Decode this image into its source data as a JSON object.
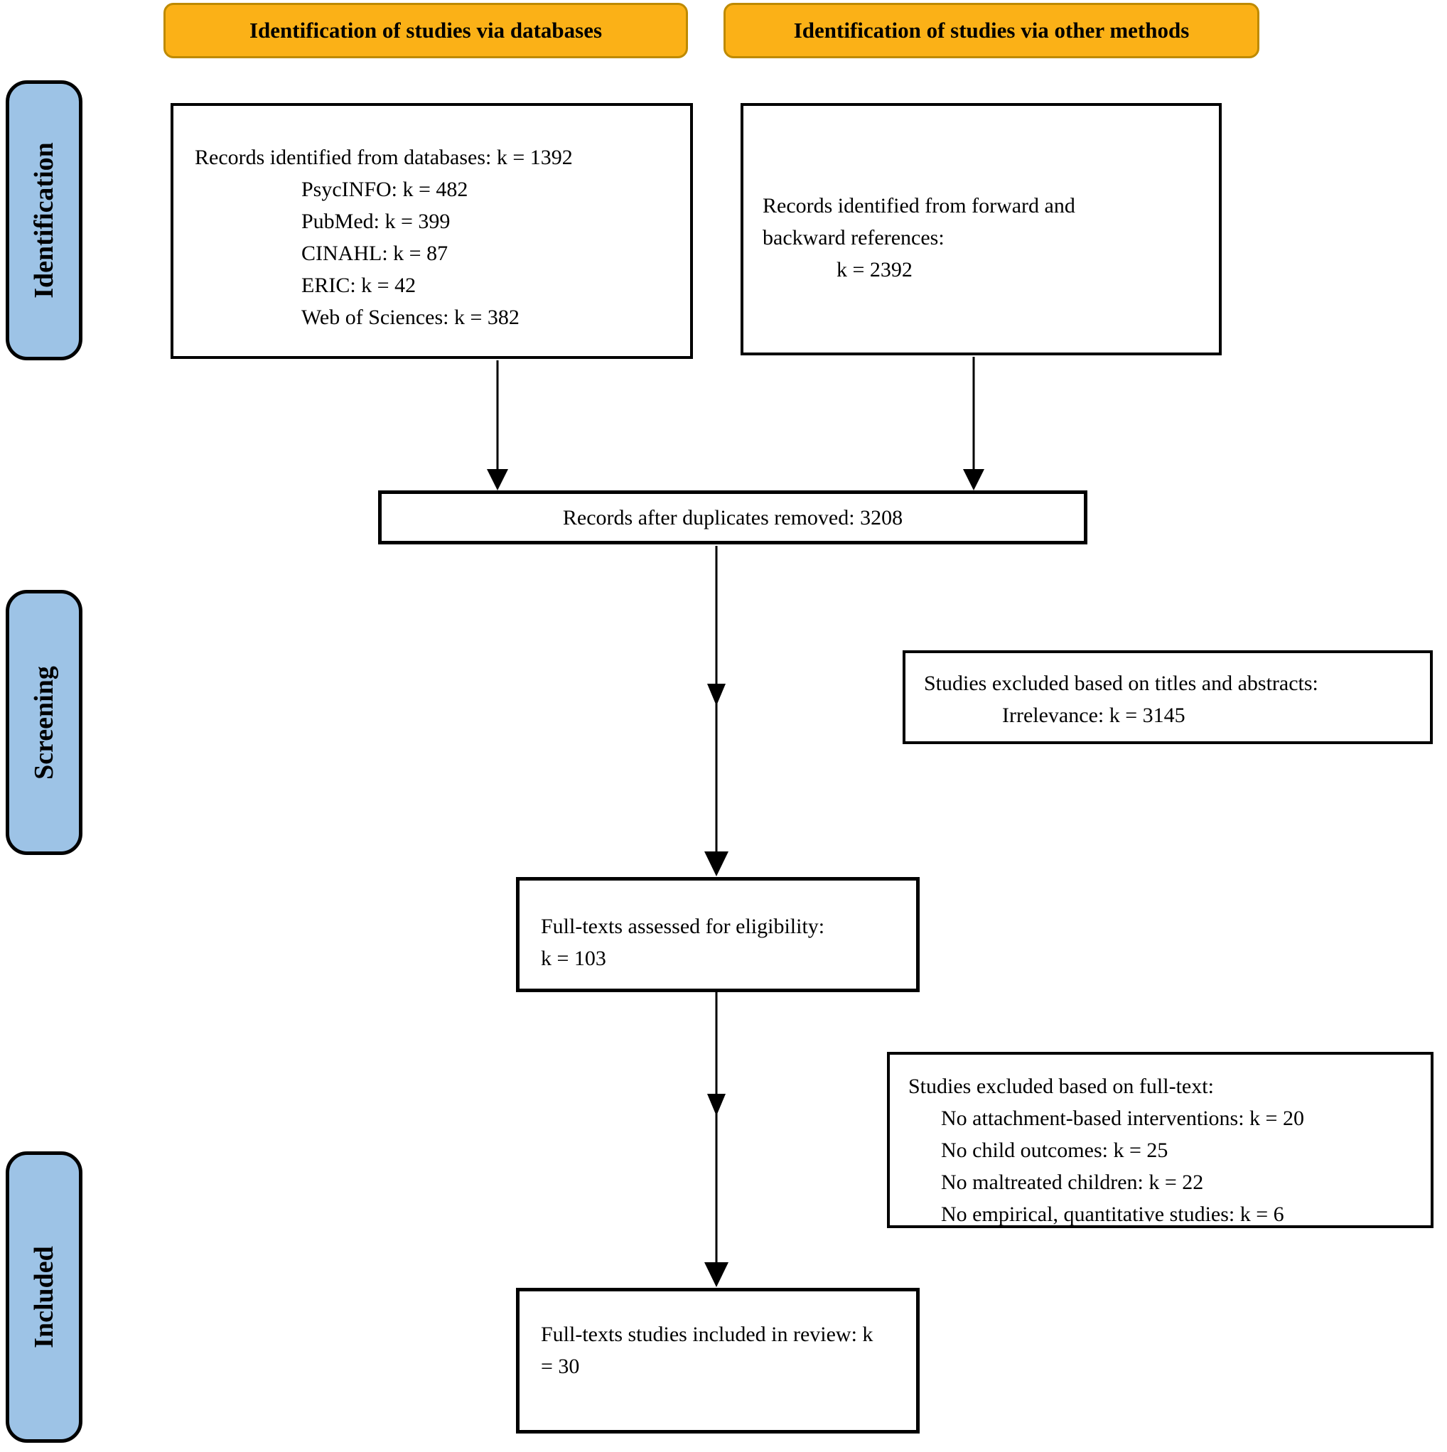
{
  "diagram_type": "prisma-flow",
  "colors": {
    "header_fill": "#FBB117",
    "header_border": "#BE8A00",
    "stage_fill": "#9DC3E6",
    "box_border": "#000000",
    "background": "#FFFFFF"
  },
  "headers": {
    "databases": "Identification of studies via databases",
    "other_methods": "Identification of studies via other methods"
  },
  "stages": {
    "identification": "Identification",
    "screening": "Screening",
    "included": "Included"
  },
  "records_databases": {
    "line1": "Records identified from databases: k = 1392",
    "sub1": "PsycINFO: k = 482",
    "sub2": "PubMed: k = 399",
    "sub3": "CINAHL: k = 87",
    "sub4": "ERIC: k = 42",
    "sub5": "Web of Sciences: k = 382"
  },
  "records_other": {
    "line1": "Records identified from forward and backward references:",
    "sub1": "k = 2392"
  },
  "duplicates_removed": {
    "line1": "Records after duplicates removed: 3208"
  },
  "excluded_titles_abstracts": {
    "line1": "Studies excluded based on titles and abstracts:",
    "sub1": "Irrelevance: k = 3145"
  },
  "fulltexts_assessed": {
    "line1": "Full-texts assessed for eligibility:",
    "line2": "k = 103"
  },
  "excluded_fulltext": {
    "line1": "Studies excluded based on full-text:",
    "sub1": "No attachment-based interventions: k = 20",
    "sub2": "No child outcomes: k = 25",
    "sub3": "No maltreated children: k = 22",
    "sub4": "No empirical, quantitative studies: k = 6"
  },
  "included_review": {
    "line1": "Full-texts studies included in review: k = 30"
  }
}
